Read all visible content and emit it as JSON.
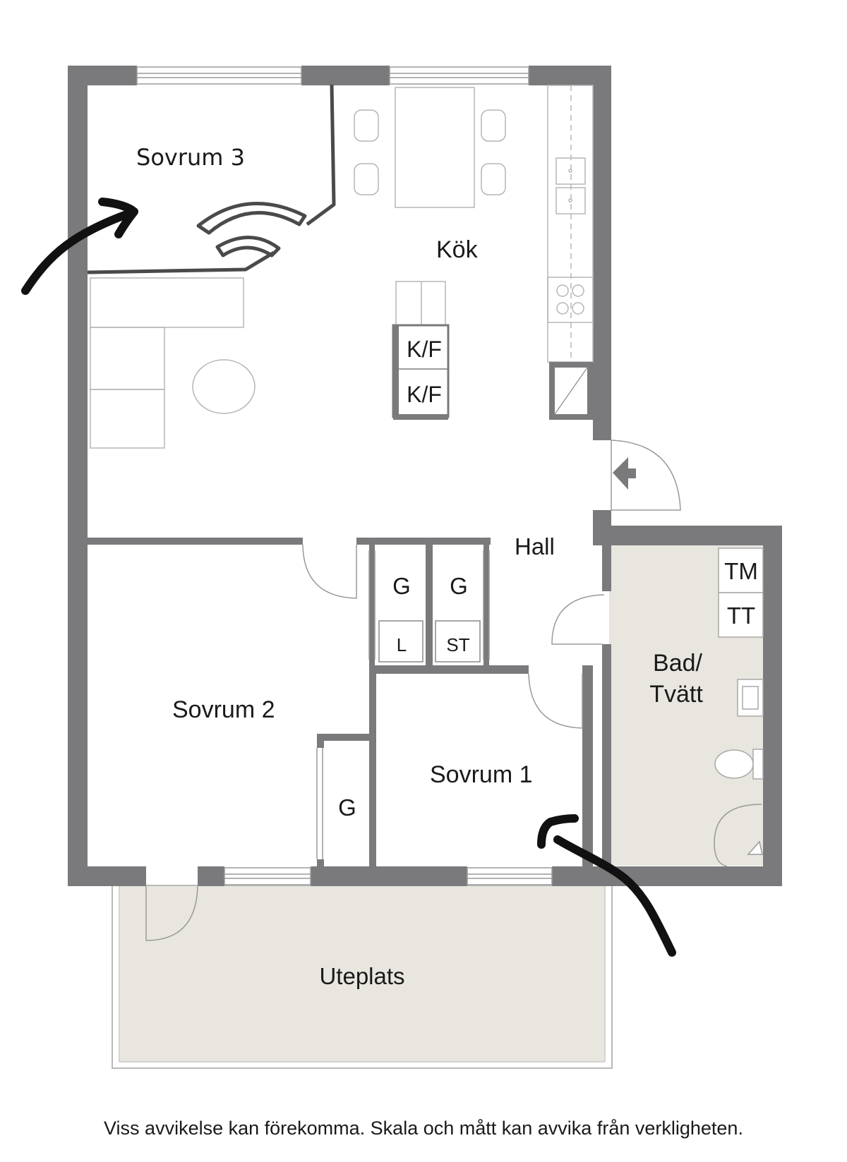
{
  "rooms": {
    "sovrum3": "Sovrum 3",
    "kok": "Kök",
    "hall": "Hall",
    "sovrum2": "Sovrum 2",
    "sovrum1": "Sovrum 1",
    "bad_line1": "Bad/",
    "bad_line2": "Tvätt",
    "uteplats": "Uteplats"
  },
  "fixtures": {
    "fridge1": "K/F",
    "fridge2": "K/F",
    "closet_g1": "G",
    "closet_g2": "G",
    "closet_g3": "G",
    "linen": "L",
    "storage": "ST",
    "washer": "TM",
    "dryer": "TT"
  },
  "footer": {
    "disclaimer": "Viss avvikelse kan förekomma. Skala och mått kan avvika från verkligheten."
  },
  "colors": {
    "wall": "#7a7a7c",
    "wet_room_floor": "#e9e6df",
    "patio_floor": "#e9e6df",
    "furniture_line": "#c4c4c4",
    "annotation": "#111111"
  }
}
